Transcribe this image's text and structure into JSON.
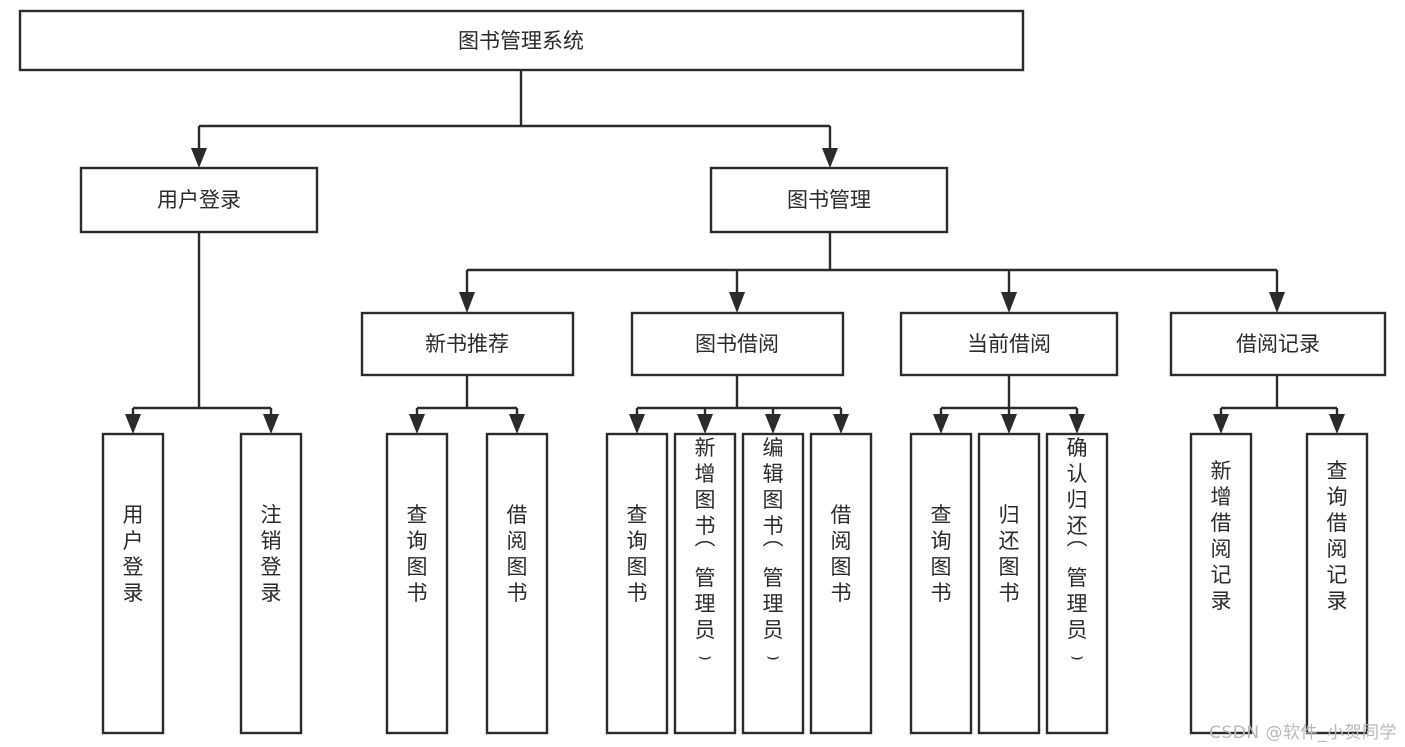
{
  "diagram": {
    "type": "tree-hierarchy",
    "title": "图书管理系统",
    "watermark": "CSDN @软件_小贺同学",
    "colors": {
      "stroke": "#2b2b2b",
      "fill": "#ffffff",
      "background": "#ffffff",
      "watermark": "#b9b9b9"
    },
    "root": {
      "label": "图书管理系统"
    },
    "level2": [
      {
        "label": "用户登录"
      },
      {
        "label": "图书管理"
      }
    ],
    "level3": [
      {
        "label": "新书推荐"
      },
      {
        "label": "图书借阅"
      },
      {
        "label": "当前借阅"
      },
      {
        "label": "借阅记录"
      }
    ],
    "leaves": {
      "user_login": [
        {
          "label": "用户登录"
        },
        {
          "label": "注销登录"
        }
      ],
      "new_book_recommend": [
        {
          "label": "查询图书"
        },
        {
          "label": "借阅图书"
        }
      ],
      "book_borrow": [
        {
          "label": "查询图书"
        },
        {
          "label": "新增图书（管理员）"
        },
        {
          "label": "编辑图书（管理员）"
        },
        {
          "label": "借阅图书"
        }
      ],
      "current_borrow": [
        {
          "label": "查询图书"
        },
        {
          "label": "归还图书"
        },
        {
          "label": "确认归还（管理员）"
        }
      ],
      "borrow_records": [
        {
          "label": "新增借阅记录"
        },
        {
          "label": "查询借阅记录"
        }
      ]
    }
  }
}
